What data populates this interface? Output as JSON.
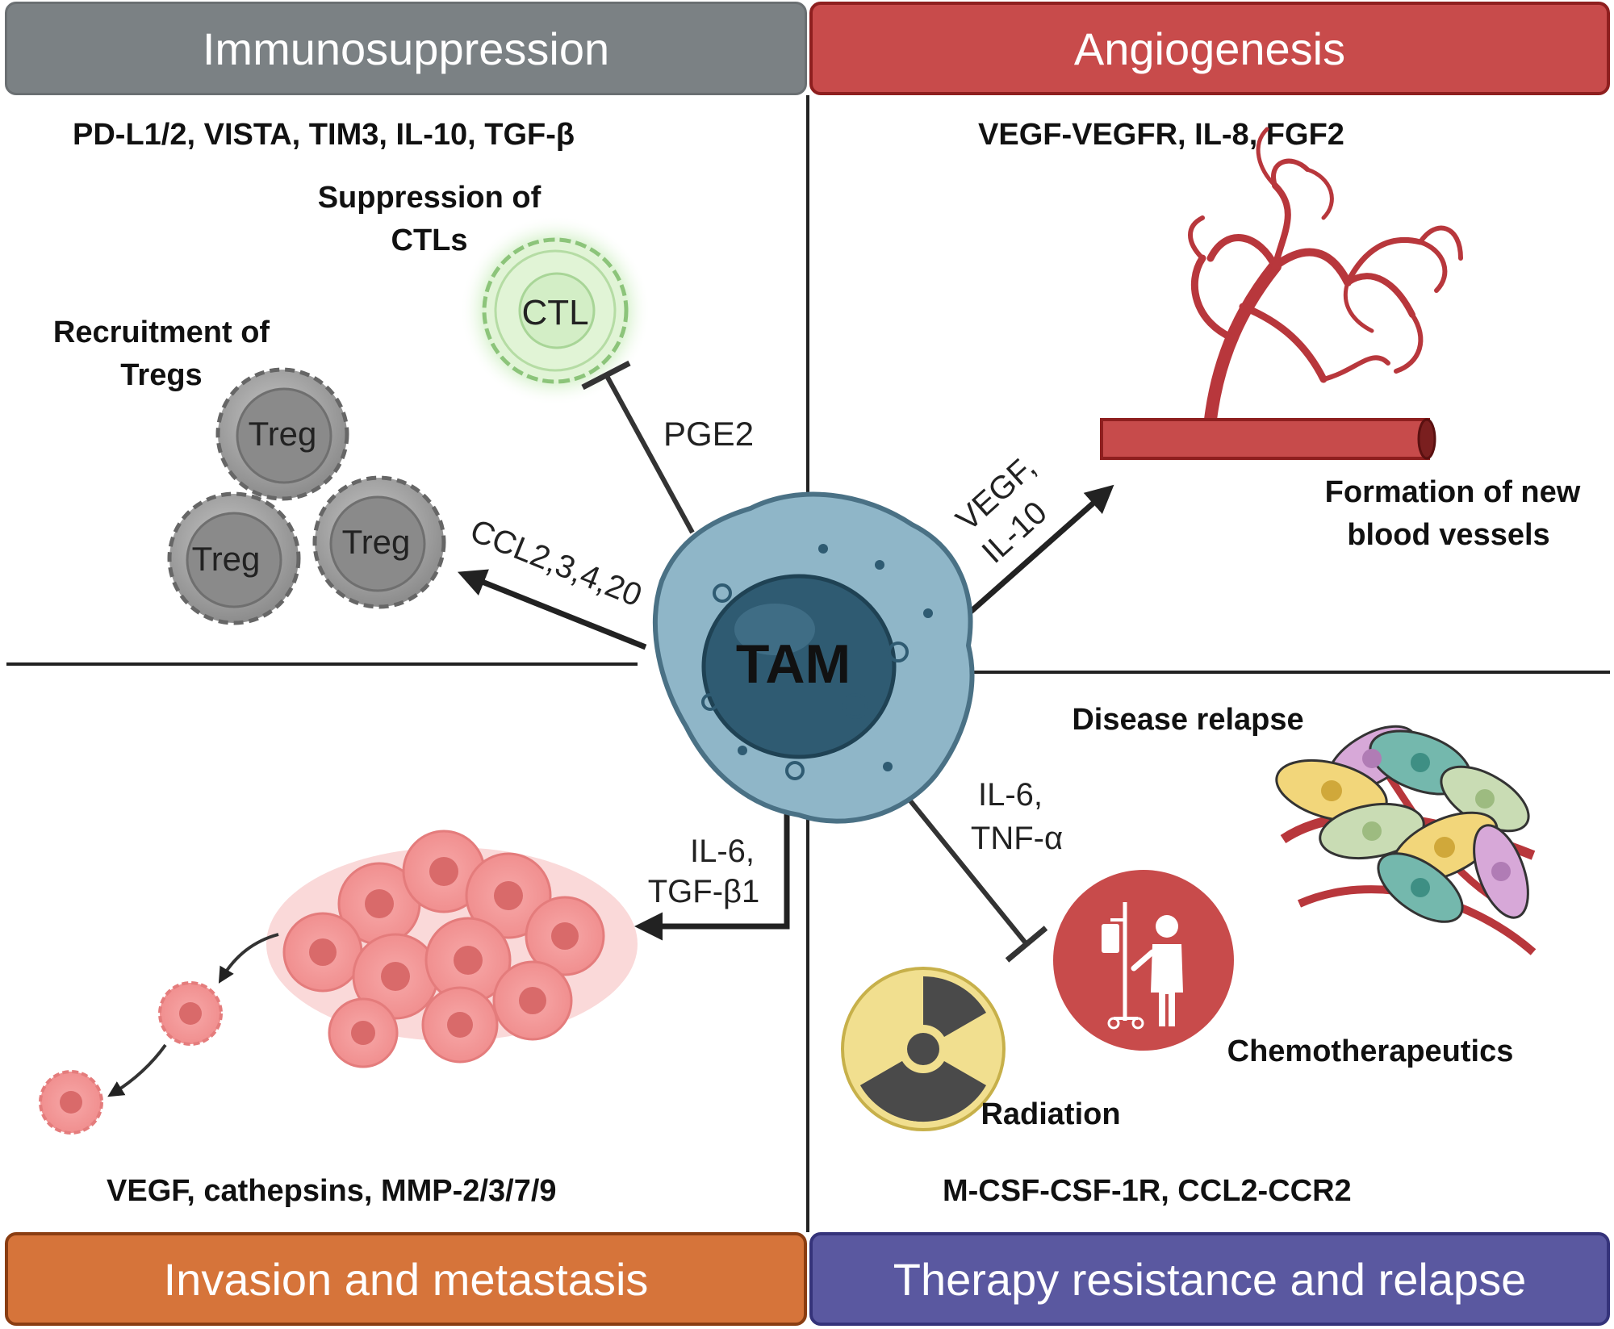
{
  "center": {
    "label": "TAM"
  },
  "quadrants": {
    "immunosuppression": {
      "title": "Immunosuppression",
      "color": "#7b8184",
      "factors": "PD-L1/2, VISTA, TIM3, IL-10, TGF-β",
      "ctl_caption": [
        "Suppression of",
        "CTLs"
      ],
      "ctl_label": "CTL",
      "treg_caption": [
        "Recruitment of",
        "Tregs"
      ],
      "treg_labels": [
        "Treg",
        "Treg",
        "Treg"
      ],
      "pge2": "PGE2",
      "ccl": "CCL2,3,4,20"
    },
    "angiogenesis": {
      "title": "Angiogenesis",
      "color": "#c84b4b",
      "factors": "VEGF-VEGFR, IL-8, FGF2",
      "arrow_label": [
        "VEGF,",
        "IL-10"
      ],
      "caption": [
        "Formation of new",
        "blood vessels"
      ]
    },
    "invasion": {
      "title": "Invasion and metastasis",
      "color": "#d6743a",
      "factors": "VEGF, cathepsins, MMP-2/3/7/9",
      "arrow_label": [
        "IL-6,",
        "TGF-β1"
      ]
    },
    "therapy": {
      "title": "Therapy resistance and relapse",
      "color": "#5a58a0",
      "factors": "M-CSF-CSF-1R, CCL2-CCR2",
      "arrow_label": [
        "IL-6,",
        "TNF-α"
      ],
      "relapse": "Disease relapse",
      "chemo": "Chemotherapeutics",
      "radiation": "Radiation"
    }
  }
}
